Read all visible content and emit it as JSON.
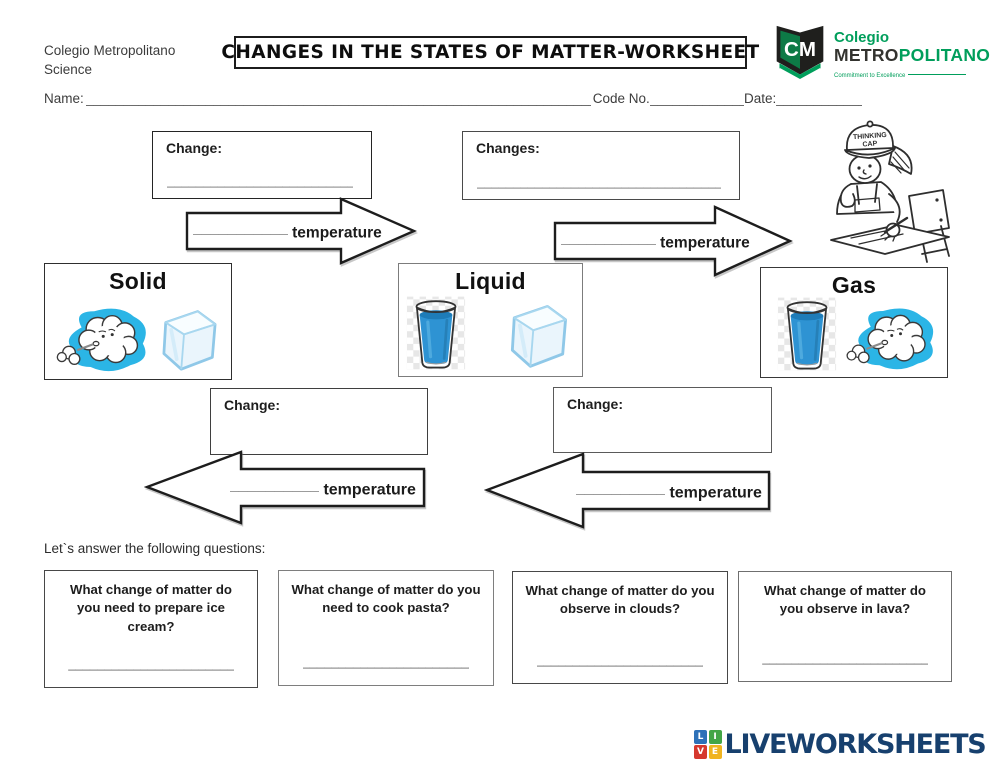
{
  "header": {
    "school_line1": "Colegio Metropolitano",
    "school_line2": "Science",
    "title": "CHANGES IN THE STATES OF MATTER-WORKSHEET",
    "logo": {
      "monogram": "CM",
      "word1": "Colegio",
      "word2_dark": "METRO",
      "word2_green": "POLITANO",
      "tagline": "Commitment to Excellence",
      "green": "#009e5b",
      "dark": "#33332f"
    }
  },
  "student_row": {
    "name_label": "Name:",
    "name_blank": "________________________________________________________________________________",
    "code_label": "Code No.",
    "code_blank": "______________________",
    "date_label": "Date:",
    "date_blank": "______________________"
  },
  "top_changes": [
    {
      "label": "Change:",
      "blank": "__________________________________________"
    },
    {
      "label": "Changes:",
      "blank": "__________________________________________"
    }
  ],
  "heating_arrows": [
    {
      "blank": "___________",
      "label": "temperature"
    },
    {
      "blank": "___________",
      "label": "temperature"
    }
  ],
  "illustration": {
    "cap_line1": "THINKING",
    "cap_line2": "CAP"
  },
  "states": [
    {
      "title": "Solid",
      "icons": [
        "blowing-cloud",
        "ice-cube"
      ]
    },
    {
      "title": "Liquid",
      "icons": [
        "water-glass",
        "ice-cube"
      ]
    },
    {
      "title": "Gas",
      "icons": [
        "water-glass",
        "blowing-cloud"
      ]
    }
  ],
  "bottom_changes": [
    {
      "label": "Change:"
    },
    {
      "label": "Change:"
    }
  ],
  "cooling_arrows": [
    {
      "blank": "__________",
      "label": "temperature"
    },
    {
      "blank": "__________",
      "label": "temperature"
    }
  ],
  "questions_intro": "Let`s answer the following questions:",
  "questions": [
    {
      "text": "What change of matter do you need to prepare ice cream?",
      "blank": "________________________________"
    },
    {
      "text": "What change of matter do you need to cook pasta?",
      "blank": "________________________________"
    },
    {
      "text": "What change of matter do you observe in clouds?",
      "blank": "________________________________"
    },
    {
      "text": "What change of matter do you observe in lava?",
      "blank": "________________________________"
    }
  ],
  "footer": {
    "brand": "LIVEWORKSHEETS",
    "brand_color": "#17406e",
    "tiles": [
      {
        "letter": "L",
        "color": "#2e71b8"
      },
      {
        "letter": "I",
        "color": "#43a546"
      },
      {
        "letter": "V",
        "color": "#d6382e"
      },
      {
        "letter": "E",
        "color": "#f0b41f"
      }
    ]
  },
  "colors": {
    "water_blue": "#2e93d3",
    "water_top": "#1e7cb8",
    "cloud_blob": "#2bb5e6",
    "ice_outline": "#8fc8e8"
  }
}
